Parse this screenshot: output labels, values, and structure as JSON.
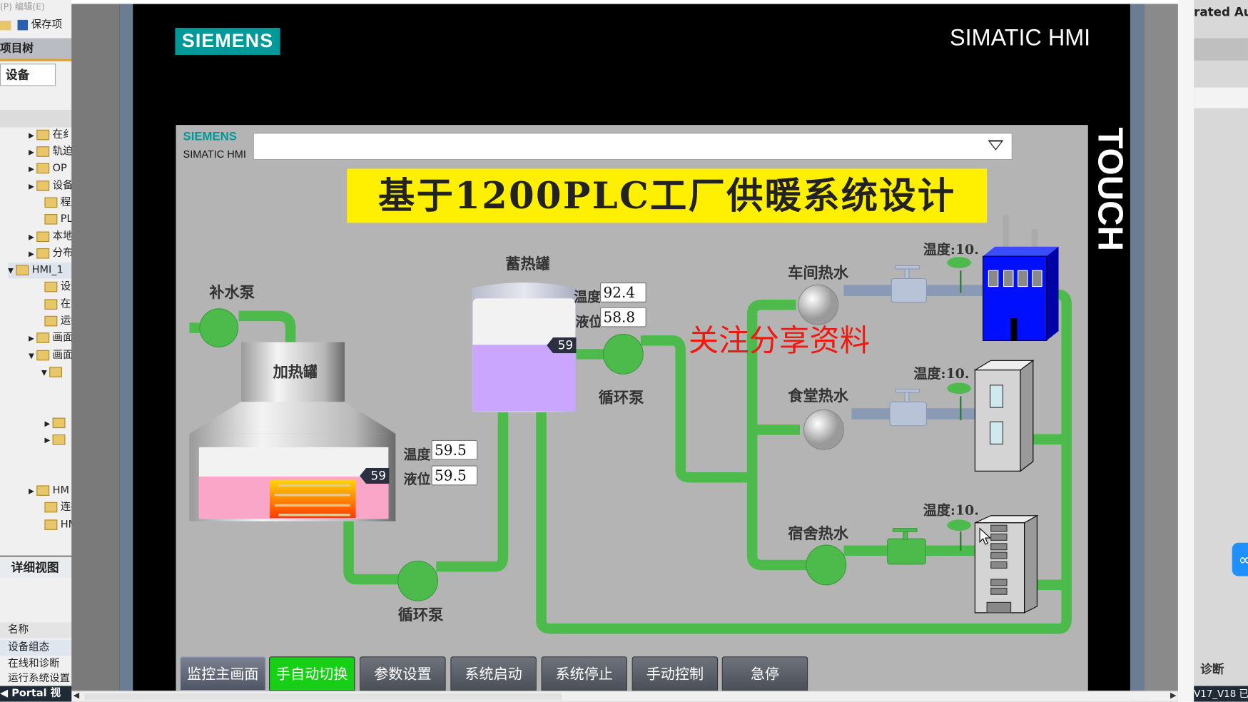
{
  "ide_left": {
    "menu": "(P)   编辑(E)",
    "save_label": "保存项",
    "project_tree": "项目树",
    "devices_tab": "设备",
    "tree_items": [
      "在纟",
      "轨迫",
      "OP",
      "设备",
      "程序",
      "PLC",
      "本地",
      "分布",
      "HMI_1",
      "设备",
      "在线",
      "运行",
      "画面",
      "画面",
      "",
      "",
      "",
      "",
      "",
      "HM",
      "连接",
      "HM"
    ],
    "detail_view": "详细视图",
    "name_col": "名称",
    "detail_rows": [
      "设备组态",
      "在线和诊断",
      "运行系统设置"
    ],
    "portal_view": "Portal 视"
  },
  "ide_right": {
    "title_fragment": "rated Aut",
    "diagnostics": "诊断",
    "version": "V17_V18 已",
    "share_icon": "link-icon"
  },
  "device": {
    "brand": "SIEMENS",
    "product": "SIMATIC HMI",
    "touch_label": "TOUCH"
  },
  "screen": {
    "brand": "SIEMENS",
    "product": "SIMATIC HMI",
    "title": "基于1200PLC工厂供暖系统设计",
    "promo": "关注分享资料",
    "makeup_pump": "补水泵",
    "heating_tank": "加热罐",
    "storage_tank": "蓄热罐",
    "circ_pump_1": "循环泵",
    "circ_pump_2": "循环泵",
    "workshop_water": "车间热水",
    "canteen_water": "食堂热水",
    "dorm_water": "宿舍热水",
    "temp_label": "温度",
    "level_label": "液位",
    "storage": {
      "temperature": "92.4",
      "level": "58.8",
      "level_bar": "59",
      "fill_percent": 59
    },
    "heater": {
      "temperature": "59.5",
      "level": "59.5",
      "level_bar": "59",
      "fill_percent": 59
    },
    "workshop_temp": "温度:10.",
    "canteen_temp": "温度:10.",
    "dorm_temp": "温度:10.",
    "colors": {
      "pipe": "#4cbb4c",
      "title_bg": "#ffef00",
      "storage_liquid": "#cba6ff",
      "heater_liquid": "#f9a6c8",
      "active_button": "#16d016",
      "promo": "#ee1a10"
    }
  },
  "nav_buttons": [
    {
      "label": "监控主画面",
      "active": false
    },
    {
      "label": "手自动切换",
      "active": true
    },
    {
      "label": "参数设置",
      "active": false
    },
    {
      "label": "系统启动",
      "active": false
    },
    {
      "label": "系统停止",
      "active": false
    },
    {
      "label": "手动控制",
      "active": false
    },
    {
      "label": "急停",
      "active": false
    }
  ]
}
